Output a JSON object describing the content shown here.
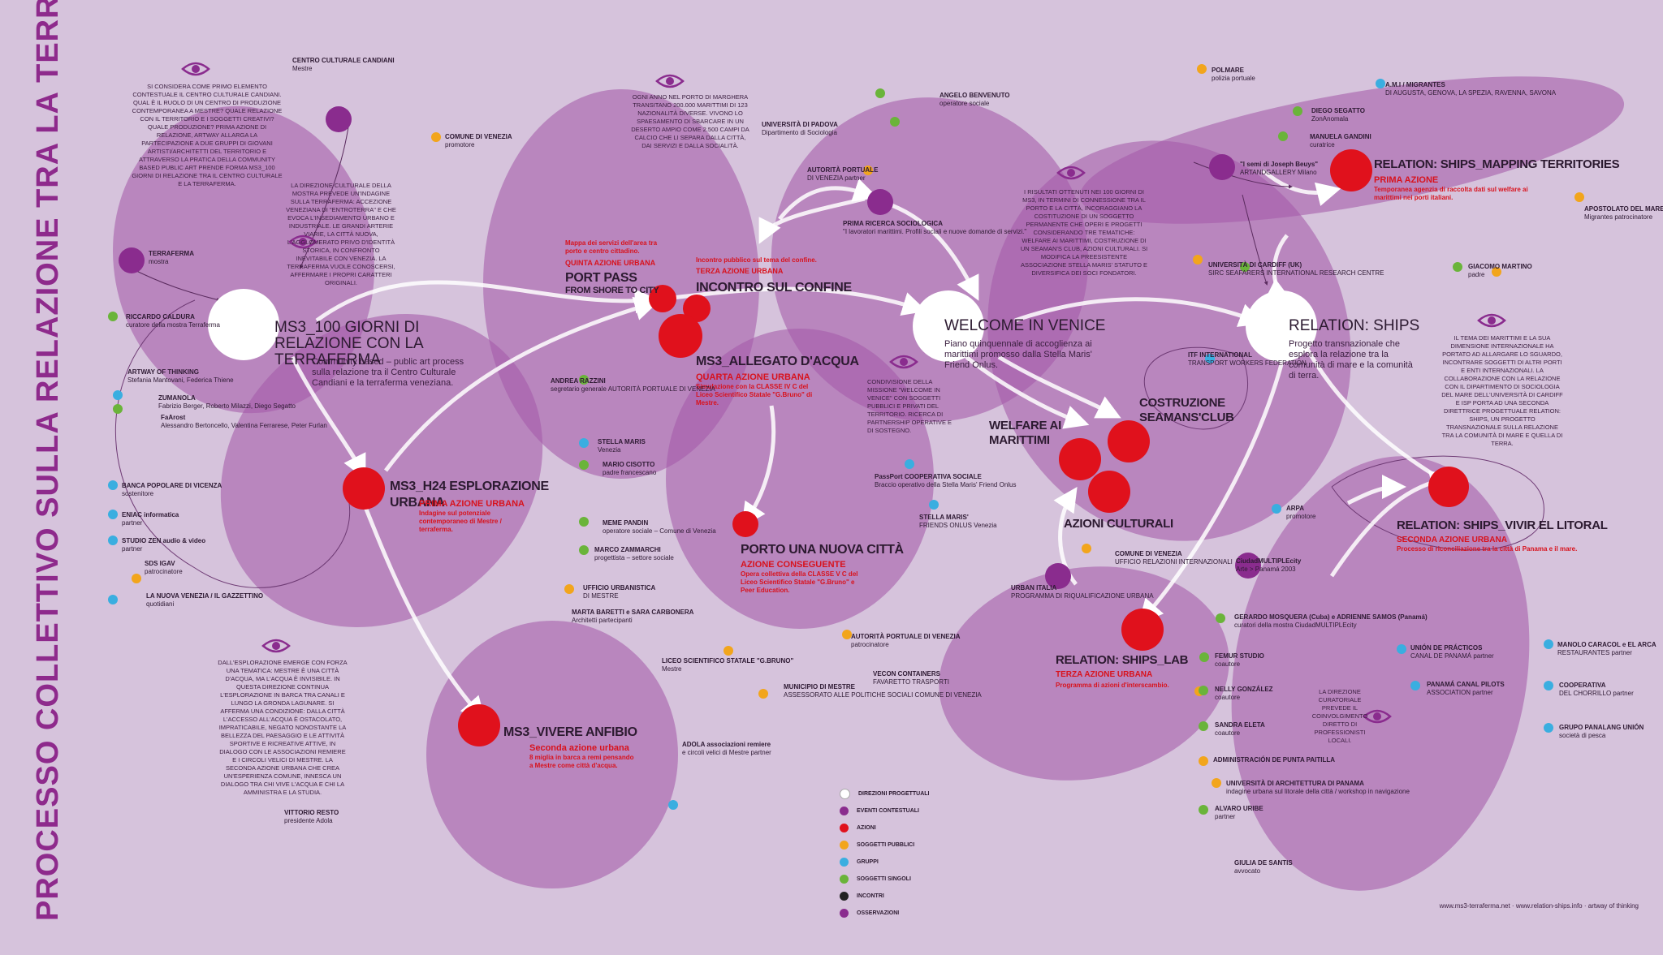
{
  "title": "PROCESSO COLLETTIVO SULLA RELAZIONE TRA LA TERRA E IL MARE.",
  "colors": {
    "background": "#d6c3dc",
    "blob": "#a35aa8",
    "direzioni": "#ffffff",
    "eventi": "#8a2c8e",
    "azioni": "#e0111c",
    "soggetti_pubblici": "#f2a51c",
    "gruppi": "#3aaee0",
    "soggetti_singoli": "#6ab43a",
    "incontri": "#222222"
  },
  "nodes": {
    "ms3_100": {
      "title": "MS3_100 GIORNI DI RELAZIONE CON LA TERRAFERMA",
      "desc": "Community based – public art process sulla relazione tra il Centro Culturale Candiani e la terraferma veneziana."
    },
    "h24": {
      "title": "MS3_H24 ESPLORAZIONE URBANA",
      "sub1": "PRIMA AZIONE URBANA",
      "sub2": "Indagine sul potenziale contemporaneo di Mestre / terraferma."
    },
    "vivere": {
      "title": "MS3_VIVERE ANFIBIO",
      "sub1": "Seconda azione urbana",
      "sub2": "8 miglia in barca a remi pensando a Mestre come città d'acqua."
    },
    "port_pass": {
      "title": "PORT PASS",
      "title2": "FROM SHORE TO CITY",
      "sub1": "Mappa dei servizi dell'area tra porto e centro cittadino.",
      "sub2": "QUINTA AZIONE URBANA"
    },
    "incontro": {
      "title": "INCONTRO SUL CONFINE",
      "sub1": "Incontro pubblico sul tema del confine.",
      "sub2": "TERZA AZIONE URBANA"
    },
    "allegato": {
      "title": "MS3_ALLEGATO D'ACQUA",
      "sub1": "QUARTA AZIONE URBANA",
      "sub2": "Simulazione con la CLASSE IV C del Liceo Scientifico Statale \"G.Bruno\" di Mestre."
    },
    "porto": {
      "title": "PORTO UNA NUOVA CITTÀ",
      "sub1": "AZIONE CONSEGUENTE",
      "sub2": "Opera collettiva della CLASSE V C del Liceo Scientifico Statale \"G.Bruno\" e Peer Education."
    },
    "welcome": {
      "title": "WELCOME IN VENICE",
      "desc": "Piano quinquennale di accoglienza ai marittimi promosso dalla Stella Maris' Friend Onlus."
    },
    "relation": {
      "title": "RELATION: SHIPS",
      "desc": "Progetto transnazionale che esplora la relazione tra la comunità di mare e la comunità di terra."
    },
    "mapping": {
      "title": "RELATION: SHIPS_MAPPING TERRITORIES",
      "sub1": "PRIMA AZIONE",
      "sub2": "Temporanea agenzia di raccolta dati sul welfare ai marittimi nei porti italiani."
    },
    "litoral": {
      "title": "RELATION: SHIPS_VIVIR EL LITORAL",
      "sub1": "SECONDA AZIONE URBANA",
      "sub2": "Processo di riconciliazione tra la città di Panama e il mare."
    },
    "lab": {
      "title": "RELATION: SHIPS_LAB",
      "sub1": "TERZA AZIONE URBANA",
      "sub2": "Programma di azioni d'interscambio."
    },
    "welfare": {
      "title": "WELFARE AI MARITTIMI"
    },
    "club": {
      "title": "COSTRUZIONE SEAMANS'CLUB"
    },
    "cultura": {
      "title": "AZIONI CULTURALI"
    }
  },
  "texts": {
    "intro_candiani": "SI CONSIDERA COME PRIMO ELEMENTO CONTESTUALE IL CENTRO CULTURALE CANDIANI. QUAL È IL RUOLO DI UN CENTRO DI PRODUZIONE CONTEMPORANEA A MESTRE? QUALE RELAZIONE CON IL TERRITORIO E I SOGGETTI CREATIVI? QUALE PRODUZIONE? PRIMA AZIONE DI RELAZIONE, ARTWAY ALLARGA LA PARTECIPAZIONE A DUE GRUPPI DI GIOVANI ARTISTI/ARCHITETTI DEL TERRITORIO E ATTRAVERSO LA PRATICA DELLA COMMUNITY BASED PUBLIC ART PRENDE FORMA MS3_100 GIORNI DI RELAZIONE TRA IL CENTRO CULTURALE E LA TERRAFERMA.",
    "direzione_terraferma": "LA DIREZIONE CULTURALE DELLA MOSTRA PREVEDE UN'INDAGINE SULLA TERRAFERMA: ACCEZIONE VENEZIANA DI \"ENTROTERRA\" E CHE EVOCA L'INSEDIAMENTO URBANO E INDUSTRIALE. LE GRANDI ARTERIE VIARIE, LA CITTÀ NUOVA, L'AGGLOMERATO PRIVO D'IDENTITÀ STORICA, IN CONFRONTO INEVITABILE CON VENEZIA. LA TERRAFERMA VUOLE CONOSCERSI, AFFERMARE I PROPRI CARATTERI ORIGINALI.",
    "porto_marghera": "OGNI ANNO NEL PORTO DI MARGHERA TRANSITANO 200.000 MARITTIMI DI 123 NAZIONALITÀ DIVERSE. VIVONO LO SPAESAMENTO DI SBARCARE IN UN DESERTO AMPIO COME 2.500 CAMPI DA CALCIO CHE LI SEPARA DALLA CITTÀ, DAI SERVIZI E DALLA SOCIALITÀ.",
    "risultati": "I RISULTATI OTTENUTI NEI 100 GIORNI DI MS3, IN TERMINI DI CONNESSIONE TRA IL PORTO E LA CITTÀ, INCORAGGIANO LA COSTITUZIONE DI UN SOGGETTO PERMANENTE CHE OPERI E PROGETTI CONSIDERANDO TRE TEMATICHE: WELFARE AI MARITTIMI, COSTRUZIONE DI UN SEAMAN'S CLUB, AZIONI CULTURALI. SI MODIFICA LA PREESISTENTE ASSOCIAZIONE STELLA MARIS' STATUTO E DIVERSIFICA DEI SOCI FONDATORI.",
    "esplorazione": "DALL'ESPLORAZIONE EMERGE CON FORZA UNA TEMATICA: MESTRE È UNA CITTÀ D'ACQUA, MA L'ACQUA È INVISIBILE. IN QUESTA DIREZIONE CONTINUA L'ESPLORAZIONE IN BARCA TRA CANALI E LUNGO LA GRONDA LAGUNARE. SI AFFERMA UNA CONDIZIONE: DALLA CITTÀ L'ACCESSO ALL'ACQUA È OSTACOLATO, IMPRATICABILE, NEGATO NONOSTANTE LA BELLEZZA DEL PAESAGGIO E LE ATTIVITÀ SPORTIVE E RICREATIVE ATTIVE, IN DIALOGO CON LE ASSOCIAZIONI REMIERE E I CIRCOLI VELICI DI MESTRE. LA SECONDA AZIONE URBANA CHE CREA UN'ESPERIENZA COMUNE, INNESCA UN DIALOGO TRA CHI VIVE L'ACQUA E CHI LA AMMINISTRA E LA STUDIA.",
    "dimensione": "IL TEMA DEI MARITTIMI E LA SUA DIMENSIONE INTERNAZIONALE HA PORTATO AD ALLARGARE LO SGUARDO, INCONTRARE SOGGETTI DI ALTRI PORTI E ENTI INTERNAZIONALI. LA COLLABORAZIONE CON LA RELAZIONE CON IL DIPARTIMENTO DI SOCIOLOGIA DEL MARE DELL'UNIVERSITÀ DI CARDIFF E ISP PORTA AD UNA SECONDA DIRETTRICE PROGETTUALE RELATION: SHIPS, UN PROGETTO TRANSNAZIONALE SULLA RELAZIONE TRA LA COMUNITÀ DI MARE E QUELLA DI TERRA.",
    "direzione_curatoriale": "LA DIREZIONE CURATORIALE PREVEDE IL COINVOLGIMENTO DIRETTO DI PROFESSIONISTI LOCALI.",
    "condivisione": "CONDIVISIONE DELLA MISSIONE \"WELCOME IN VENICE\" CON SOGGETTI PUBBLICI E PRIVATI DEL TERRITORIO. RICERCA DI PARTNERSHIP OPERATIVE E DI SOSTEGNO."
  },
  "labels": [
    {
      "key": "candiani",
      "name": "CENTRO CULTURALE CANDIANI",
      "rest": "Mestre"
    },
    {
      "key": "comune",
      "name": "COMUNE DI VENEZIA",
      "rest": "promotore"
    },
    {
      "key": "terraferma",
      "name": "TERRAFERMA",
      "rest": "mostra"
    },
    {
      "key": "caldura",
      "name": "RICCARDO CALDURA",
      "rest": "curatore della mostra Terraferma"
    },
    {
      "key": "artway",
      "name": "ARTWAY OF THINKING",
      "rest": "Stefania Mantovani, Federica Thiene"
    },
    {
      "key": "zumanola",
      "name": "ZUMANOLA",
      "rest": "Fabrizio Berger, Roberto Milazzi, Diego Segatto"
    },
    {
      "key": "faarost",
      "name": "FaArost",
      "rest": "Alessandro Bertoncello, Valentina Ferrarese, Peter Furlan"
    },
    {
      "key": "banca",
      "name": "BANCA POPOLARE DI VICENZA",
      "rest": "sostenitore"
    },
    {
      "key": "eniac",
      "name": "ENIAC informatica",
      "rest": "partner"
    },
    {
      "key": "studiozen",
      "name": "STUDIO ZEN audio & video",
      "rest": "partner"
    },
    {
      "key": "sds",
      "name": "SDS IGAV",
      "rest": "patrocinatore"
    },
    {
      "key": "nuova",
      "name": "LA NUOVA VENEZIA / IL GAZZETTINO",
      "rest": "quotidiani"
    },
    {
      "key": "resto",
      "name": "VITTORIO RESTO",
      "rest": "presidente Adola"
    },
    {
      "key": "adola",
      "name": "ADOLA associazioni remiere",
      "rest": "e circoli velici di Mestre partner"
    },
    {
      "key": "razzini",
      "name": "ANDREA RAZZINI",
      "rest": "segretario generale AUTORITÀ PORTUALE DI VENEZIA"
    },
    {
      "key": "stellamaris",
      "name": "STELLA MARIS",
      "rest": "Venezia"
    },
    {
      "key": "cisotto",
      "name": "MARIO CISOTTO",
      "rest": "padre francescano"
    },
    {
      "key": "pandin",
      "name": "MEME PANDIN",
      "rest": "operatore sociale – Comune di Venezia"
    },
    {
      "key": "zammarchi",
      "name": "MARCO ZAMMARCHI",
      "rest": "progettista – settore sociale"
    },
    {
      "key": "urbanistica",
      "name": "UFFICIO URBANISTICA",
      "rest": "DI MESTRE"
    },
    {
      "key": "baretti",
      "name": "MARTA BARETTI e SARA CARBONERA",
      "rest": "Architetti partecipanti"
    },
    {
      "key": "padova",
      "name": "UNIVERSITÀ DI PADOVA",
      "rest": "Dipartimento di Sociologia"
    },
    {
      "key": "autorita",
      "name": "AUTORITÀ PORTUALE",
      "rest": "DI VENEZIA partner"
    },
    {
      "key": "benvenuto",
      "name": "ANGELO BENVENUTO",
      "rest": "operatore sociale"
    },
    {
      "key": "ricerca",
      "name": "PRIMA RICERCA SOCIOLOGICA",
      "rest": "\"I lavoratori marittimi. Profili sociali e nuove domande di servizi.\""
    },
    {
      "key": "liceo",
      "name": "LICEO SCIENTIFICO STATALE \"G.BRUNO\"",
      "rest": "Mestre"
    },
    {
      "key": "municipio",
      "name": "MUNICIPIO DI MESTRE",
      "rest": "ASSESSORATO ALLE POLITICHE SOCIALI COMUNE DI VENEZIA"
    },
    {
      "key": "vecon",
      "name": "VECON CONTAINERS",
      "rest": "FAVARETTO TRASPORTI"
    },
    {
      "key": "autorita2",
      "name": "AUTORITÀ PORTUALE DI VENEZIA",
      "rest": "patrocinatore"
    },
    {
      "key": "passport",
      "name": "PassPort COOPERATIVA SOCIALE",
      "rest": "Braccio operativo della Stella Maris' Friend Onlus"
    },
    {
      "key": "smfriends",
      "name": "STELLA MARIS'",
      "rest": "FRIENDS ONLUS Venezia"
    },
    {
      "key": "itf",
      "name": "ITF INTERNATIONAL",
      "rest": "TRANSPORT WORKERS FEDERATION"
    },
    {
      "key": "comune2",
      "name": "COMUNE DI VENEZIA",
      "rest": "UFFICIO RELAZIONI INTERNAZIONALI"
    },
    {
      "key": "urbanitalia",
      "name": "URBAN ITALIA",
      "rest": "PROGRAMMA DI RIQUALIFICAZIONE URBANA"
    },
    {
      "key": "polmare",
      "name": "POLMARE",
      "rest": "polizia portuale"
    },
    {
      "key": "ami",
      "name": "A.M.I / MIGRANTES",
      "rest": "DI AUGUSTA, GENOVA, LA SPEZIA, RAVENNA, SAVONA"
    },
    {
      "key": "segatto",
      "name": "DIEGO SEGATTO",
      "rest": "ZonAnomala"
    },
    {
      "key": "gandini",
      "name": "MANUELA GANDINI",
      "rest": "curatrice"
    },
    {
      "key": "beuys",
      "name": "\"I semi di Joseph Beuys\"",
      "rest": "ARTANDGALLERY Milano"
    },
    {
      "key": "apostolato",
      "name": "APOSTOLATO DEL MARE",
      "rest": "Migrantes patrocinatore"
    },
    {
      "key": "cardiff",
      "name": "UNIVERSITÀ DI CARDIFF (UK)",
      "rest": "SIRC SEAFARERS INTERNATIONAL RESEARCH CENTRE"
    },
    {
      "key": "martino",
      "name": "GIACOMO MARTINO",
      "rest": "padre"
    },
    {
      "key": "arpa",
      "name": "ARPA",
      "rest": "promotore"
    },
    {
      "key": "ciudad",
      "name": "CiudadMULTIPLEcity",
      "rest": "Arte > Panamá 2003"
    },
    {
      "key": "mosquera",
      "name": "GERARDO MOSQUERA (Cuba) e ADRIENNE SAMOS (Panamá)",
      "rest": "curatori della mostra CiudadMULTIPLEcity"
    },
    {
      "key": "femur",
      "name": "FEMUR STUDIO",
      "rest": "coautore"
    },
    {
      "key": "nelly",
      "name": "NELLY GONZÁLEZ",
      "rest": "coautore"
    },
    {
      "key": "sandra",
      "name": "SANDRA ELETA",
      "rest": "coautore"
    },
    {
      "key": "admin",
      "name": "ADMINISTRACIÓN DE PUNTA PAITILLA",
      "rest": ""
    },
    {
      "key": "univpan",
      "name": "UNIVERSITÀ DI ARCHITETTURA DI PANAMA",
      "rest": "indagine urbana sul litorale della città / workshop in navigazione"
    },
    {
      "key": "uribe",
      "name": "ALVARO URIBE",
      "rest": "partner"
    },
    {
      "key": "desantis",
      "name": "GIULIA DE SANTIS",
      "rest": "avvocato"
    },
    {
      "key": "practicos",
      "name": "UNIÓN DE PRÁCTICOS",
      "rest": "CANAL DE PANAMÁ partner"
    },
    {
      "key": "pilots",
      "name": "PANAMÁ CANAL PILOTS",
      "rest": "ASSOCIATION partner"
    },
    {
      "key": "caracol",
      "name": "MANOLO CARACOL e EL ARCA",
      "rest": "RESTAURANTES partner"
    },
    {
      "key": "chorrillo",
      "name": "COOPERATIVA",
      "rest": "DEL CHORRILLO partner"
    },
    {
      "key": "panalang",
      "name": "GRUPO PANALANG UNIÓN",
      "rest": "società di pesca"
    }
  ],
  "legend": [
    {
      "label": "DIREZIONI PROGETTUALI",
      "color": "#ffffff"
    },
    {
      "label": "EVENTI CONTESTUALI",
      "color": "#8a2c8e"
    },
    {
      "label": "AZIONI",
      "color": "#e0111c"
    },
    {
      "label": "SOGGETTI PUBBLICI",
      "color": "#f2a51c"
    },
    {
      "label": "GRUPPI",
      "color": "#3aaee0"
    },
    {
      "label": "SOGGETTI SINGOLI",
      "color": "#6ab43a"
    },
    {
      "label": "INCONTRI",
      "color": "#222222"
    },
    {
      "label": "OSSERVAZIONI",
      "color": "#8a2c8e"
    }
  ],
  "footer": "www.ms3-terraferma.net · www.relation-ships.info · artway of thinking"
}
